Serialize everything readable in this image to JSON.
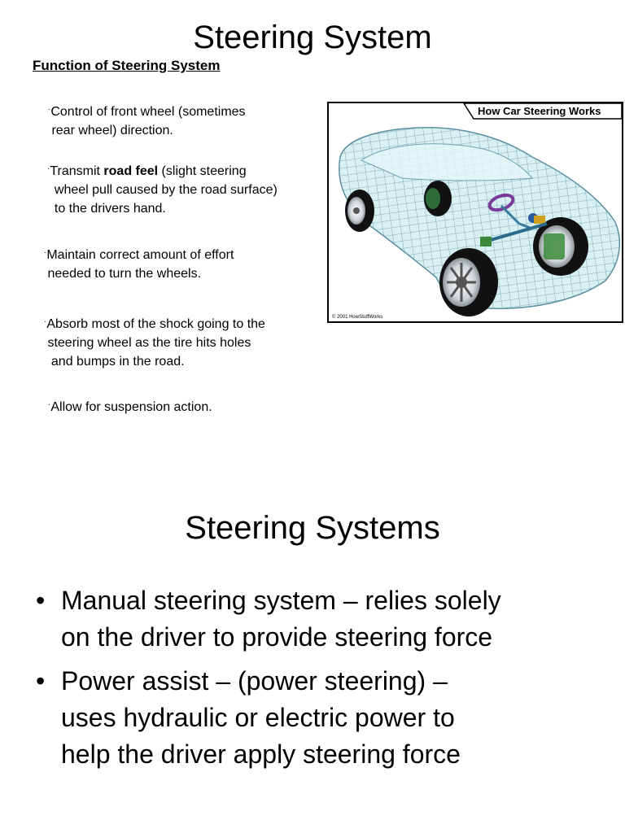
{
  "slide1": {
    "title": "Steering System",
    "subtitle": "Function of Steering System",
    "bullet_marker": "·",
    "items": [
      {
        "lines": [
          "Control of front wheel (sometimes",
          " rear wheel) direction."
        ]
      },
      {
        "pre": "Transmit ",
        "bold": "road feel",
        "post": " (slight steering",
        "lines": [
          "  wheel pull caused by the road surface)",
          "  to the drivers hand."
        ]
      },
      {
        "lines": [
          "Maintain correct amount of effort",
          " needed to turn the wheels."
        ]
      },
      {
        "lines": [
          "Absorb most of the shock going to the",
          " steering wheel as the tire hits holes",
          "  and bumps in the road."
        ]
      },
      {
        "lines": [
          "Allow for suspension action."
        ]
      }
    ],
    "figure": {
      "banner": "How Car Steering Works",
      "copyright": "© 2001 HowStuffWorks",
      "colors": {
        "body_fill": "#d8f0f2",
        "wire": "#5a8fa0",
        "tire": "#111111",
        "steering": "#7a3a9a",
        "assembly": "#3a8a3a"
      }
    }
  },
  "slide2": {
    "title": "Steering Systems",
    "bullet_marker": "•",
    "bullets": [
      [
        "Manual steering system – relies solely",
        "on the driver to provide steering force"
      ],
      [
        "Power assist – (power steering) –",
        "uses hydraulic or electric power to",
        "help the driver apply steering force"
      ]
    ]
  }
}
